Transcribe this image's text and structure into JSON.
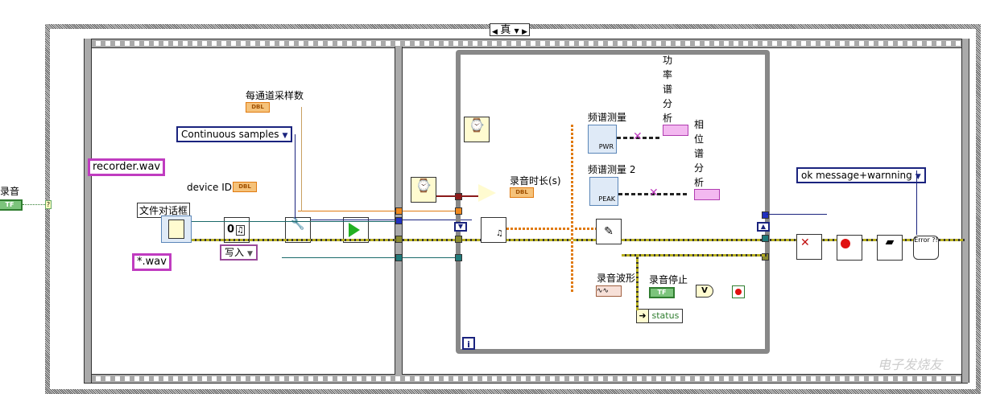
{
  "case_structure": {
    "selector_value": "真"
  },
  "outside": {
    "record_label": "录音",
    "record_control": "TF"
  },
  "frame1": {
    "samples_label": "每通道采样数",
    "samples_type": "DBL",
    "sample_mode": "Continuous samples",
    "device_label": "device ID",
    "device_type": "DBL",
    "path_default": "recorder.wav",
    "file_dialog_label": "文件对话框",
    "pattern": "*.wav",
    "open_mode": "写入",
    "open_icon_text": "0"
  },
  "frame2": {
    "duration_label": "录音时长(s)",
    "duration_type": "DBL",
    "spectrum1_label": "频谱测量",
    "spectrum1_icon": "PWR",
    "spectrum2_label": "频谱测量 2",
    "spectrum2_icon": "PEAK",
    "power_label_chars": [
      "功",
      "率",
      "谱",
      "分",
      "析"
    ],
    "phase_label_chars": [
      "相",
      "位",
      "谱",
      "分",
      "析"
    ],
    "waveform_label": "录音波形",
    "stop_label": "录音停止",
    "stop_control": "TF",
    "status_label": "status",
    "or_label": "V",
    "iteration_label": "i",
    "error_type": "ok message+warnning",
    "error_icon_text": "Error ?!"
  },
  "colors": {
    "path_wire": "#c03cc0",
    "numeric": "#e07a10",
    "enum": "#1a237e",
    "error_wire": "#b8b020",
    "boolean": "#2f7d2f"
  }
}
